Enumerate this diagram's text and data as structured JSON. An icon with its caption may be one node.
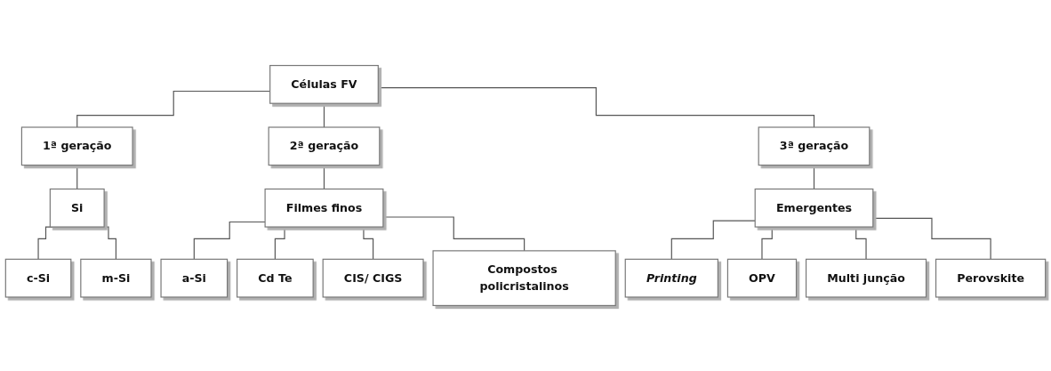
{
  "diagram": {
    "nodes": [
      {
        "text": [
          "Células FV"
        ]
      },
      {
        "text": [
          "1ª geração"
        ]
      },
      {
        "text": [
          "2ª geração"
        ]
      },
      {
        "text": [
          "3ª geração"
        ]
      },
      {
        "text": [
          "Si"
        ]
      },
      {
        "text": [
          "Filmes finos"
        ]
      },
      {
        "text": [
          "Emergentes"
        ]
      },
      {
        "text": [
          "c-Si"
        ]
      },
      {
        "text": [
          "m-Si"
        ]
      },
      {
        "text": [
          "a-Si"
        ]
      },
      {
        "text": [
          "Cd Te"
        ]
      },
      {
        "text": [
          "CIS/ CIGS"
        ]
      },
      {
        "text": [
          "Compostos policristalinos"
        ]
      },
      {
        "text": [
          "Printing"
        ]
      },
      {
        "text": [
          "OPV"
        ]
      },
      {
        "text": [
          "Multi junção"
        ]
      },
      {
        "text": [
          "Perovskite"
        ]
      }
    ],
    "edges": [
      {
        "from": 0,
        "to": 1,
        "arrow": "none"
      },
      {
        "from": 0,
        "to": 2,
        "arrow": "none"
      },
      {
        "from": 0,
        "to": 3,
        "arrow": "none"
      },
      {
        "from": 1,
        "to": 4,
        "arrow": "none"
      },
      {
        "from": 4,
        "to": 7,
        "arrow": "none"
      },
      {
        "from": 4,
        "to": 8,
        "arrow": "none"
      },
      {
        "from": 2,
        "to": 5,
        "arrow": "none"
      },
      {
        "from": 5,
        "to": 9,
        "arrow": "none"
      },
      {
        "from": 5,
        "to": 10,
        "arrow": "none"
      },
      {
        "from": 5,
        "to": 11,
        "arrow": "none"
      },
      {
        "from": 5,
        "to": 12,
        "arrow": "none"
      },
      {
        "from": 3,
        "to": 6,
        "arrow": "none"
      },
      {
        "from": 6,
        "to": 13,
        "arrow": "none"
      },
      {
        "from": 6,
        "to": 14,
        "arrow": "none"
      },
      {
        "from": 6,
        "to": 15,
        "arrow": "none"
      },
      {
        "from": 6,
        "to": 16,
        "arrow": "none"
      }
    ]
  }
}
